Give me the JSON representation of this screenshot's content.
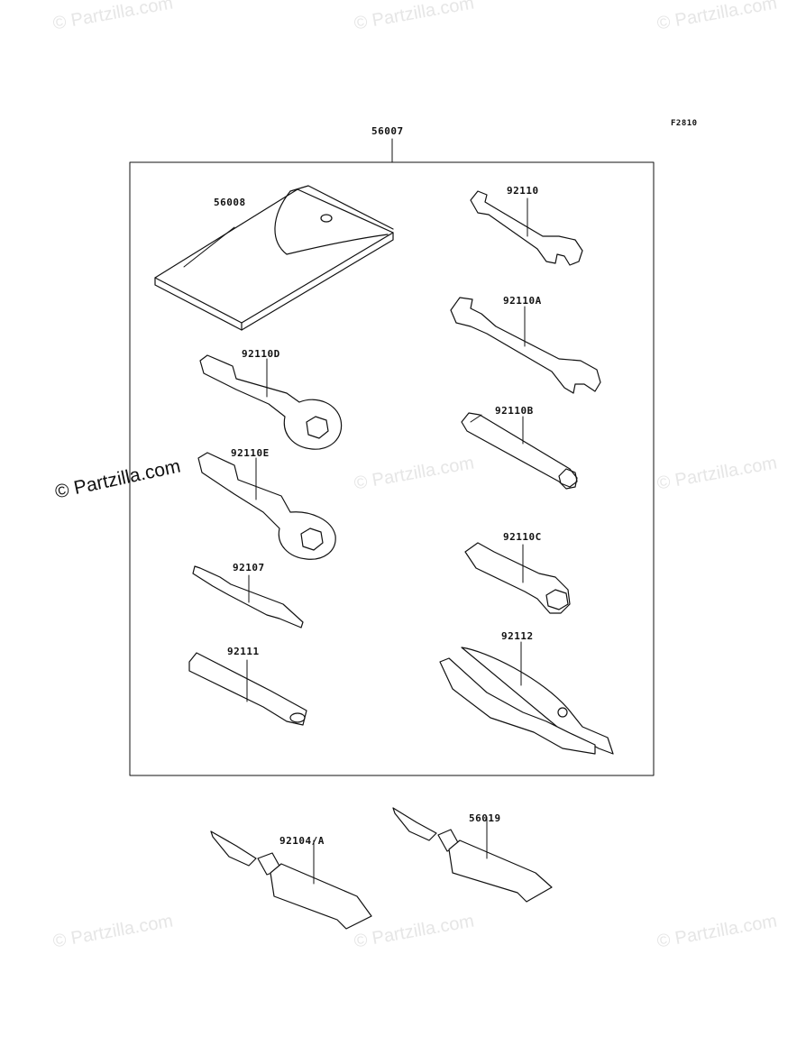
{
  "figure_code": "F2810",
  "watermark_text": "© Partzilla.com",
  "assembly": {
    "part_number": "56007"
  },
  "parts": [
    {
      "id": "56008",
      "label": "56008",
      "icon": "tool-pouch-icon"
    },
    {
      "id": "92110",
      "label": "92110",
      "icon": "open-end-wrench-small-icon"
    },
    {
      "id": "92110A",
      "label": "92110A",
      "icon": "open-end-wrench-large-icon"
    },
    {
      "id": "92110D",
      "label": "92110D",
      "icon": "ring-wrench-icon"
    },
    {
      "id": "92110B",
      "label": "92110B",
      "icon": "socket-wrench-icon"
    },
    {
      "id": "92110E",
      "label": "92110E",
      "icon": "ring-wrench-icon"
    },
    {
      "id": "92110C",
      "label": "92110C",
      "icon": "spark-plug-wrench-icon"
    },
    {
      "id": "92107",
      "label": "92107",
      "icon": "screwdriver-icon"
    },
    {
      "id": "92111",
      "label": "92111",
      "icon": "handle-bar-icon"
    },
    {
      "id": "92112",
      "label": "92112",
      "icon": "pliers-icon"
    },
    {
      "id": "92104A",
      "label": "92104/A",
      "icon": "grease-tube-icon"
    },
    {
      "id": "56019",
      "label": "56019",
      "icon": "grease-tube-icon"
    }
  ]
}
